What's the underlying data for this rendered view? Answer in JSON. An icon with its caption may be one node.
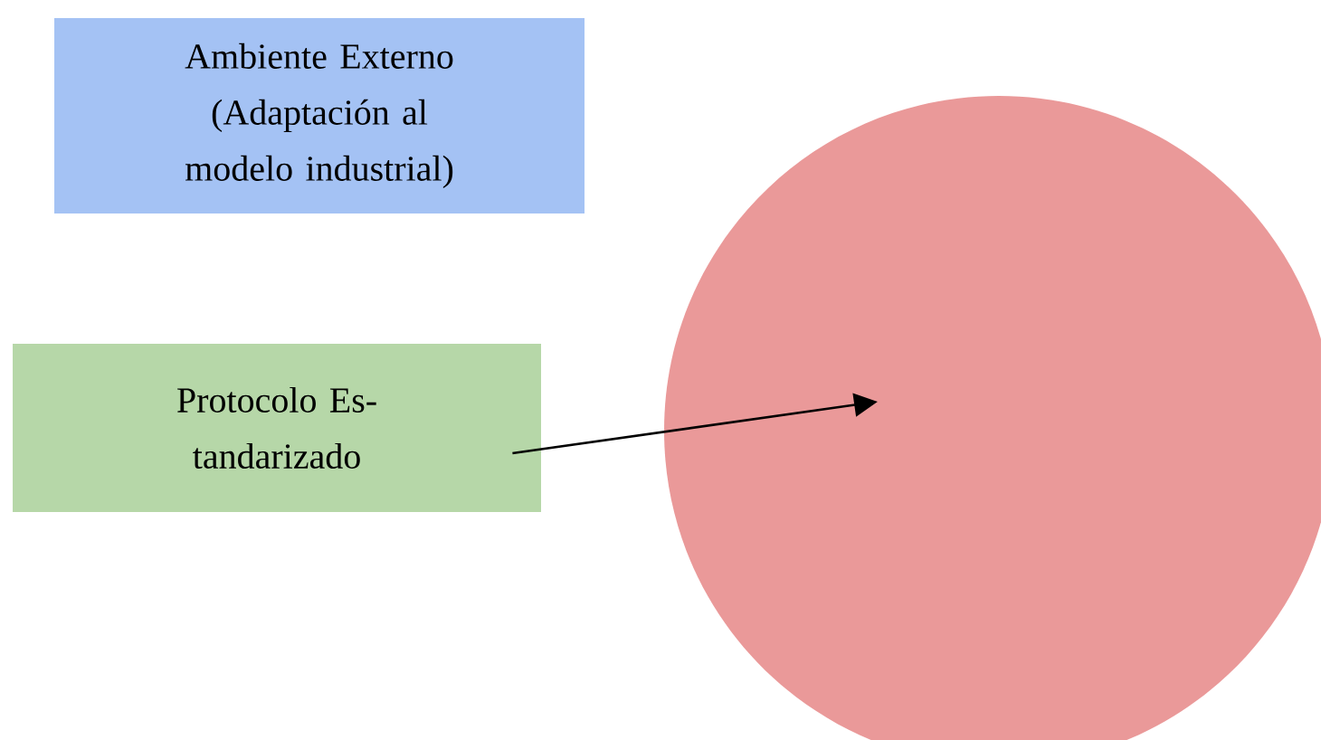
{
  "diagram": {
    "nodes": [
      {
        "text": [
          "Ambiente Externo (Adaptación al modelo industrial)"
        ]
      },
      {
        "text": [
          "Protocolo Es- tandarizado"
        ]
      },
      {
        "text": [],
        "shape": "circle"
      }
    ],
    "edges": [
      {
        "from": 1,
        "to": 2,
        "arrow": "to"
      }
    ]
  }
}
